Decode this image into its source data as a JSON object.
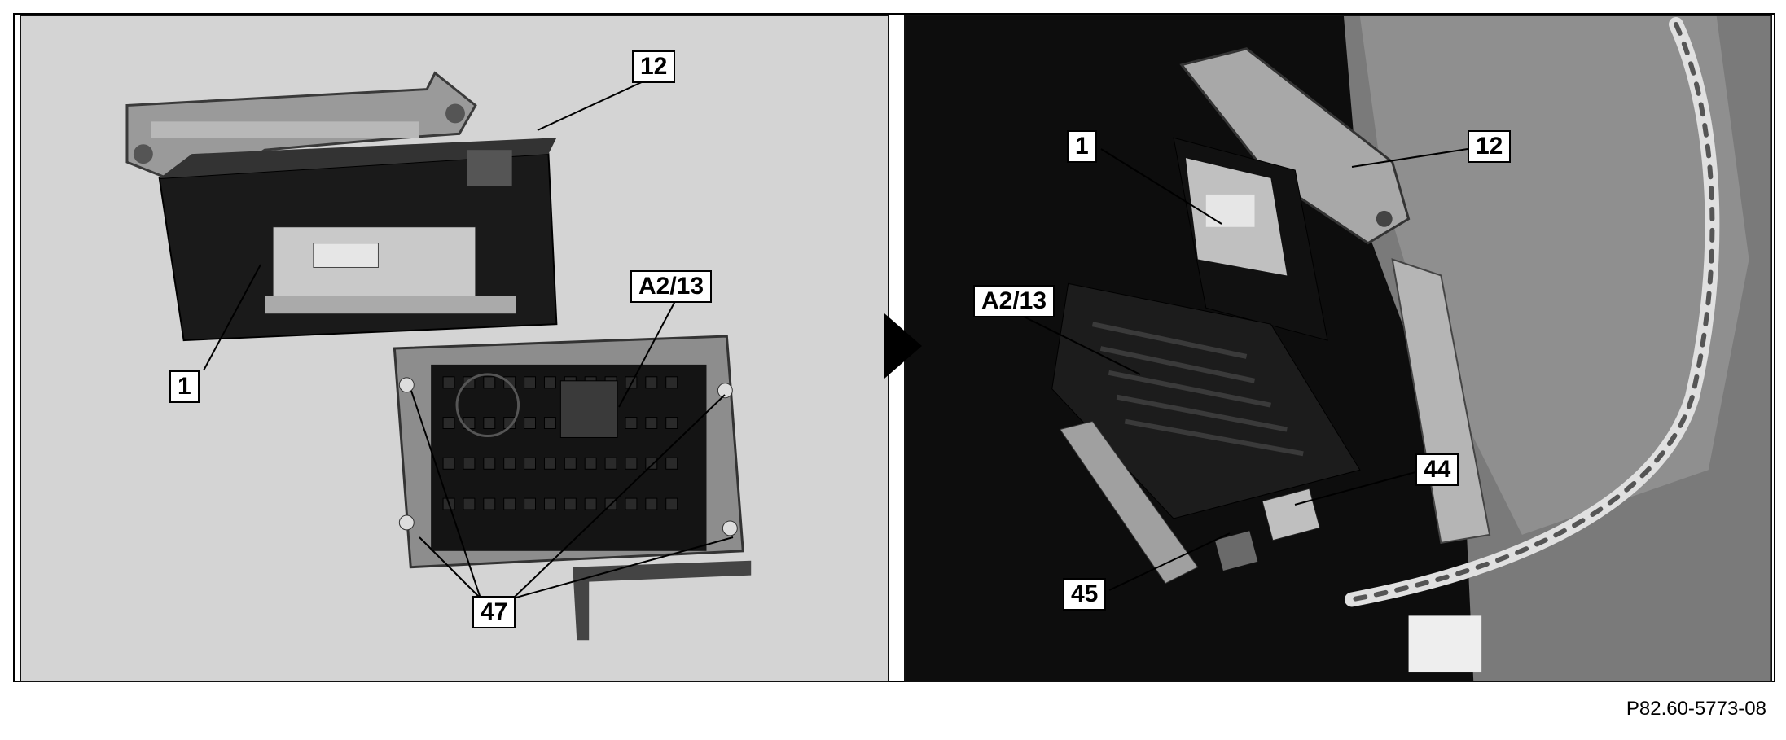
{
  "callouts": {
    "left": {
      "c12": "12",
      "c1": "1",
      "ca213": "A2/13",
      "c47": "47"
    },
    "right": {
      "c1": "1",
      "c12": "12",
      "ca213": "A2/13",
      "c44": "44",
      "c45": "45"
    }
  },
  "figure_ref": "P82.60-5773-08"
}
